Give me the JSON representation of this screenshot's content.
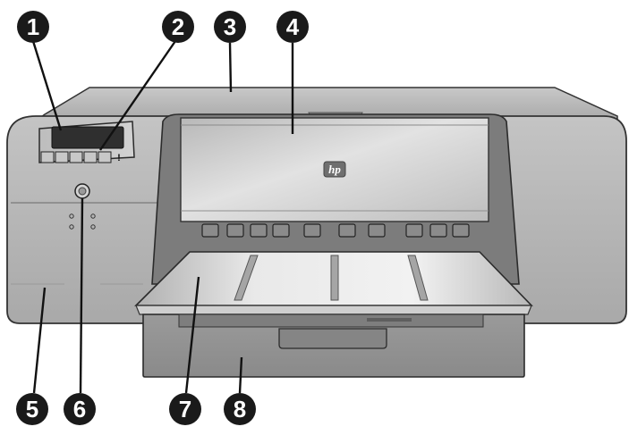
{
  "callouts": [
    {
      "id": "1",
      "label": "1"
    },
    {
      "id": "2",
      "label": "2"
    },
    {
      "id": "3",
      "label": "3"
    },
    {
      "id": "4",
      "label": "4"
    },
    {
      "id": "5",
      "label": "5"
    },
    {
      "id": "6",
      "label": "6"
    },
    {
      "id": "7",
      "label": "7"
    },
    {
      "id": "8",
      "label": "8"
    }
  ],
  "printer": {
    "brand_logo": "hp",
    "control_panel_alert_glyph": "!"
  },
  "colors": {
    "callout_fill": "#1a1a1a",
    "body_light": "#d8d8d8",
    "body_mid": "#a6a6a6",
    "body_dark": "#6e6e6e",
    "outline": "#222222"
  }
}
